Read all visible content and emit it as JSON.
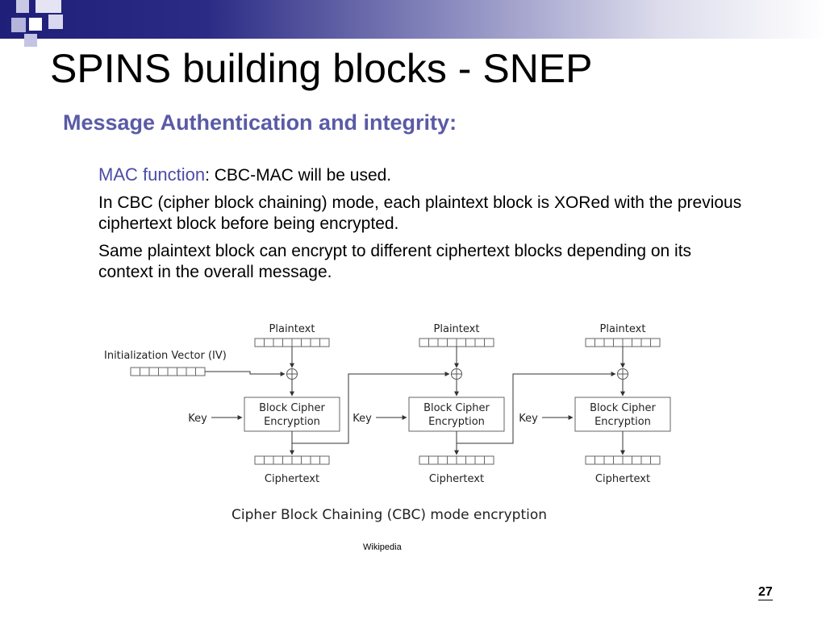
{
  "slide": {
    "title": "SPINS building blocks - SNEP",
    "subtitle": "Message Authentication and integrity:",
    "mac_label": "MAC function",
    "mac_colon": ":",
    "mac_text": " CBC-MAC will be used.",
    "paragraph_1": "In CBC (cipher block chaining) mode, each plaintext block is XORed with the previous ciphertext block before being encrypted.",
    "paragraph_2": "Same plaintext block can encrypt to different ciphertext blocks depending on its context in the overall message.",
    "source": "Wikipedia",
    "page_number": "27"
  },
  "diagram": {
    "iv_label": "Initialization Vector (IV)",
    "plaintext_label": "Plaintext",
    "ciphertext_label": "Ciphertext",
    "key_label": "Key",
    "cipher_line1": "Block Cipher",
    "cipher_line2": "Encryption",
    "caption": "Cipher Block Chaining (CBC) mode encryption"
  },
  "colors": {
    "band_dark": "#1f1f7a",
    "subtitle": "#5a5aa6",
    "accent": "#4b4ba8"
  }
}
